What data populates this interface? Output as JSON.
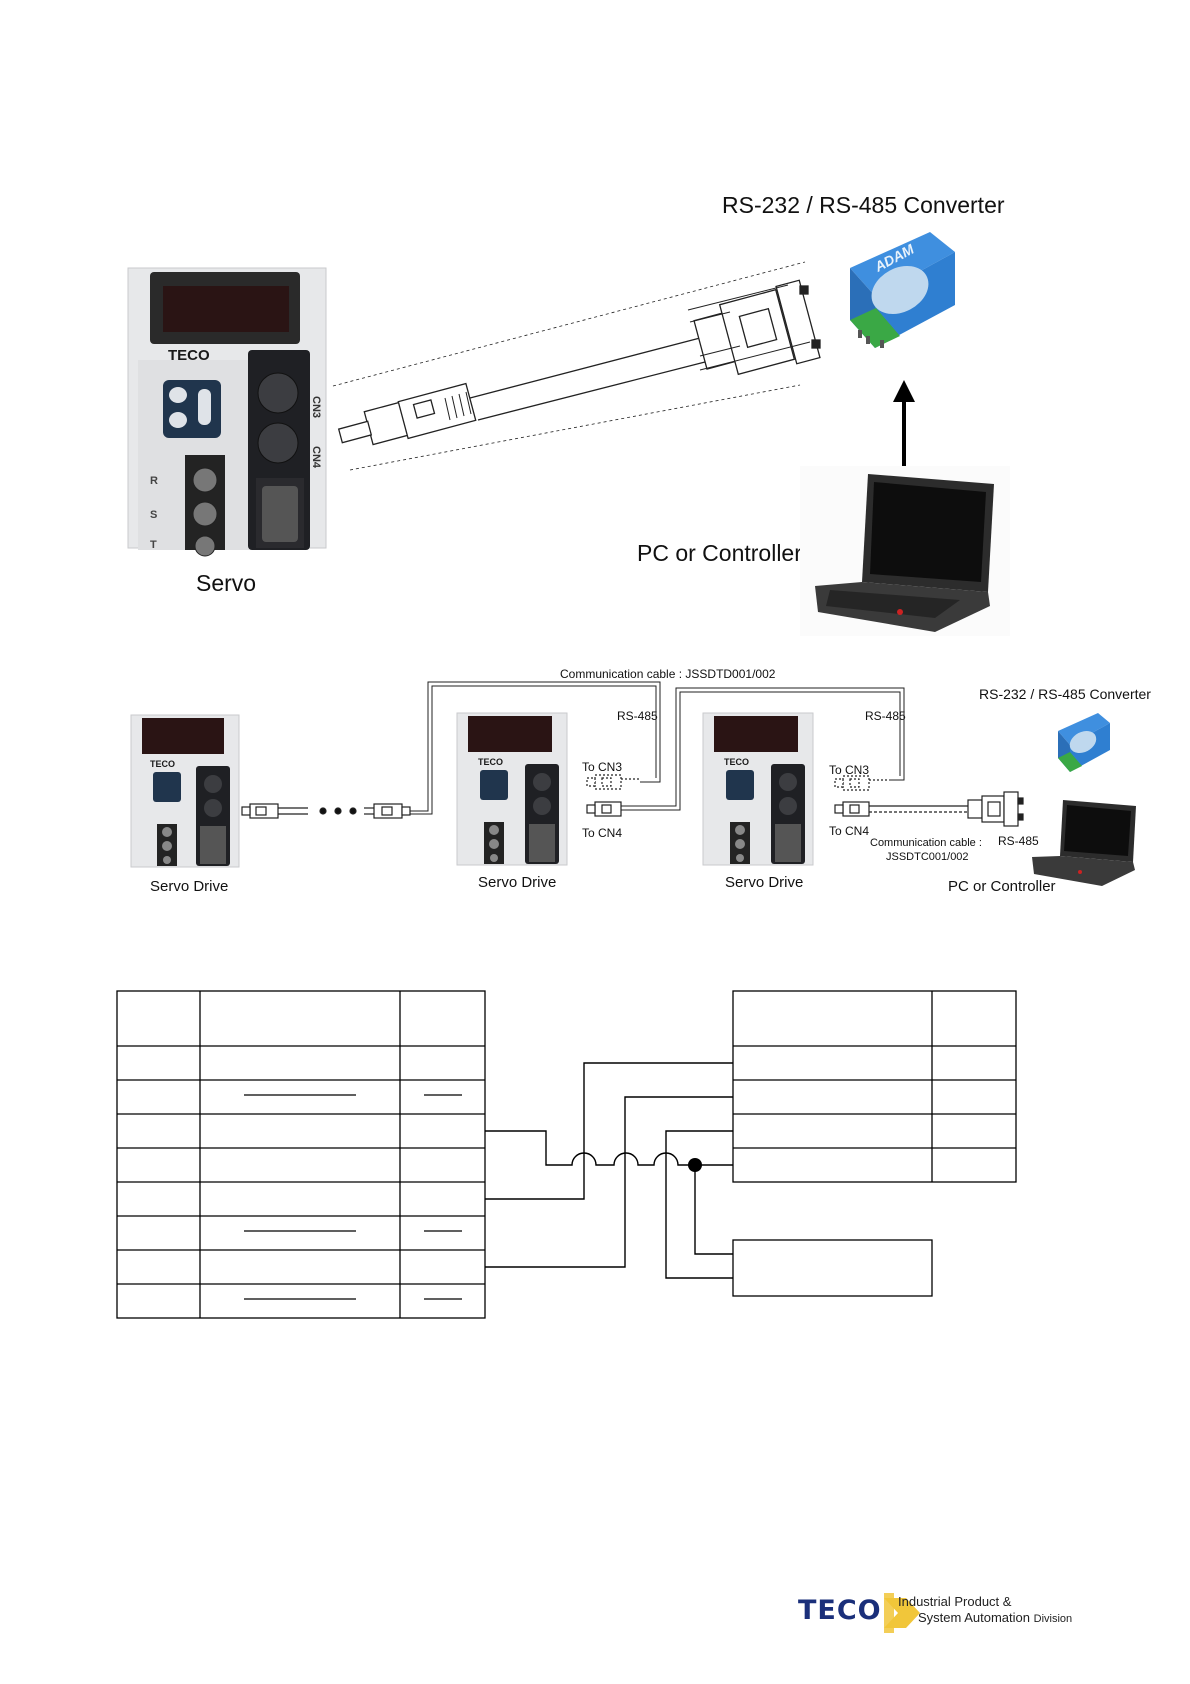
{
  "top_diagram": {
    "converter_label": "RS-232 / RS-485 Converter",
    "pc_label": "PC or Controller",
    "servo_label": "Servo",
    "teco_panel_text": "TECO",
    "cn3": "CN3",
    "cn4": "CN4",
    "terminal_r": "R",
    "terminal_s": "S",
    "terminal_t": "T",
    "adam_text": "ADAM"
  },
  "middle_diagram": {
    "cable_top_label": "Communication cable : JSSDTD001/002",
    "converter_label": "RS-232 / RS-485 Converter",
    "rs485_1": "RS-485",
    "rs485_2": "RS-485",
    "rs485_3": "RS-485",
    "to_cn3_1": "To CN3",
    "to_cn4_1": "To CN4",
    "to_cn3_2": "To CN3",
    "to_cn4_2": "To CN4",
    "cable_bottom_label_1": "Communication cable :",
    "cable_bottom_label_2": "JSSDTC001/002",
    "servo_drive_1": "Servo Drive",
    "servo_drive_2": "Servo Drive",
    "servo_drive_3": "Servo Drive",
    "pc_label": "PC or Controller",
    "teco_panel_text": "TECO"
  },
  "wiring": {
    "left_table_rows": 8,
    "right_table_rows": 4,
    "overbar_rows": [
      2,
      6,
      8
    ]
  },
  "footer": {
    "logo": "TECO",
    "division_line1": "Industrial Product &",
    "division_line2a": "System Automation",
    "division_line2b": "Division"
  },
  "colors": {
    "servo_body": "#e7e8ea",
    "display": "#241010",
    "adam_blue": "#2f7fd1",
    "adam_green": "#3aa845",
    "footer_yellow": "#f1c63a",
    "footer_navy": "#1a2f7a"
  }
}
